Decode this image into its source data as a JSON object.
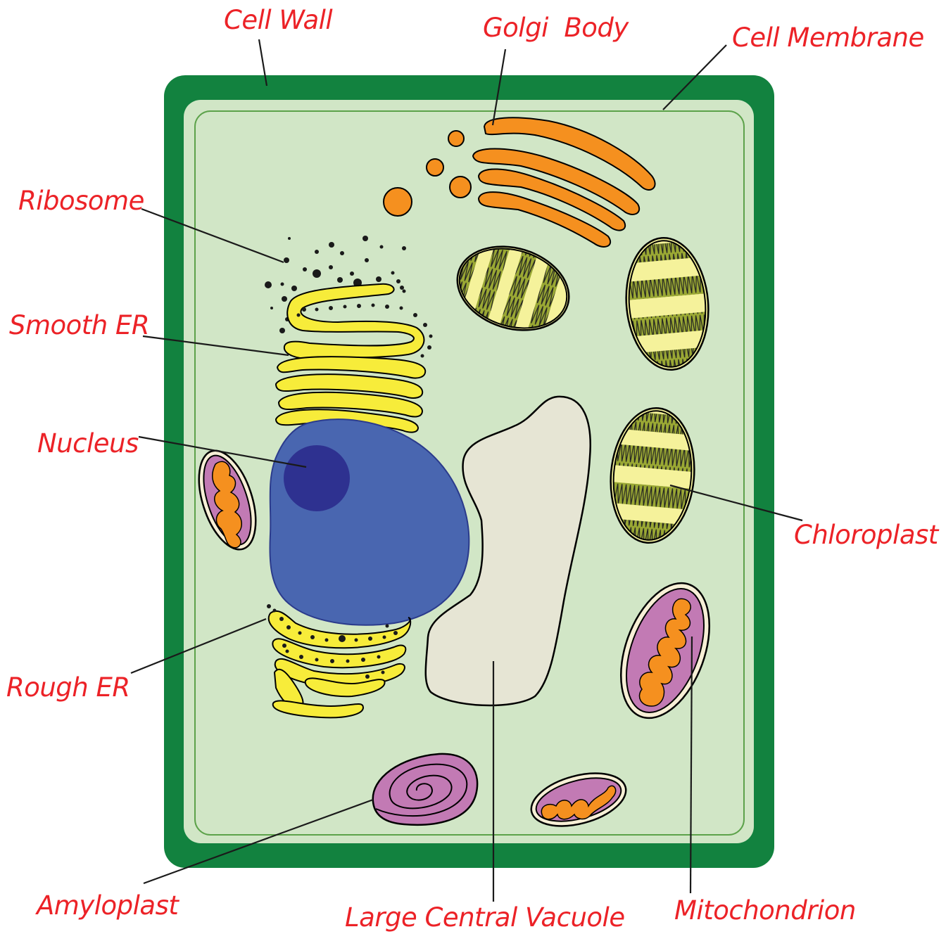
{
  "labels": {
    "cell_wall": "Cell Wall",
    "golgi_body": "Golgi  Body",
    "cell_membrane": "Cell Membrane",
    "ribosome": "Ribosome",
    "smooth_er": "Smooth ER",
    "nucleus": "Nucleus",
    "chloroplast": "Chloroplast",
    "rough_er": "Rough ER",
    "amyloplast": "Amyloplast",
    "large_central_vacuole": "Large Central Vacuole",
    "mitochondrion": "Mitochondrion"
  },
  "colors": {
    "label_text": "#ec2227",
    "cell_wall": "#12823f",
    "cell_membrane": "#d1e6c6",
    "cytoplasm_border": "#5ca24a",
    "golgi": "#f5901f",
    "er": "#f7ec3a",
    "nucleus": "#4966b0",
    "nucleolus": "#2e3190",
    "vacuole": "#e6e5d4",
    "chloroplast_stroma": "#f5f29b",
    "chloroplast_grana": "#9aa834",
    "mitochondrion_outer": "#c27ab4",
    "mitochondrion_inner": "#f5901f",
    "amyloplast": "#c27ab4"
  }
}
